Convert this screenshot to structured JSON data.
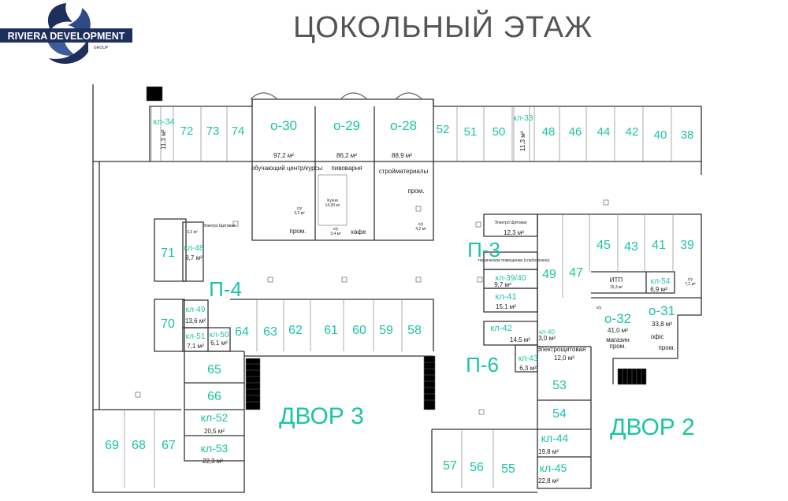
{
  "header": {
    "logo_text": "RIVIERA DEVELOPMENT",
    "logo_sub": "GROUP",
    "title": "ЦОКОЛЬНЫЙ ЭТАЖ",
    "brand_color": "#1f2f5c"
  },
  "colors": {
    "label": "#1cc4a4",
    "wall": "#333333",
    "thin": "#777777"
  },
  "top_units": [
    "72",
    "73",
    "74",
    "52",
    "51",
    "50",
    "48",
    "46",
    "44",
    "42",
    "40",
    "38"
  ],
  "shops": [
    {
      "id": "о-30",
      "area": "97,2 м²",
      "use": "обучающий центр/курсы",
      "type": "пром."
    },
    {
      "id": "о-29",
      "area": "86,2 м²",
      "use": "пивоварня",
      "type": "кафе"
    },
    {
      "id": "о-28",
      "area": "88,9 м²",
      "use": "стройматериалы",
      "type": "пром."
    }
  ],
  "cells": {
    "kl34": {
      "id": "кл-34",
      "area": "11,3 м²"
    },
    "kl33": {
      "id": "кл-33",
      "area": "11,3 м²"
    },
    "kl48": {
      "id": "кл-48",
      "area": "8,7 м²"
    },
    "kl49": {
      "id": "кл-49",
      "area": "13,6 м²"
    },
    "kl51": {
      "id": "кл-51",
      "area": "7,1 м²"
    },
    "kl50": {
      "id": "кл-50",
      "area": "6,1 м²"
    },
    "kl52": {
      "id": "кл-52",
      "area": "20,5 м²"
    },
    "kl53": {
      "id": "кл-53",
      "area": "22,3 м²"
    },
    "kl3940": {
      "id": "кл-39/40",
      "area": "9,7 м²"
    },
    "kl41": {
      "id": "кл-41",
      "area": "15,1 м²"
    },
    "kl42": {
      "id": "кл-42",
      "area": "14,5 м²"
    },
    "kl43": {
      "id": "кл-43",
      "area": "6,3 м²"
    },
    "kl44": {
      "id": "кл-44",
      "area": "19,8 м²"
    },
    "kl45": {
      "id": "кл-45",
      "area": "22,8 м²"
    },
    "kl54": {
      "id": "кл-54",
      "area": "6,9 м²"
    },
    "kl40b": {
      "id": "кл-40",
      "area": "3,0 м²"
    }
  },
  "service": {
    "electro_left": "Электро Щитовая",
    "electro_right": "Электро Щитовая",
    "electro_right_area": "12,3 м²",
    "tech": "техническое помещение (слаботочное)",
    "itp": "ИТП",
    "itp_area": "15,3 м²",
    "electro_bottom": "Электрощитовая",
    "electro_bottom_area": "12,0 м²",
    "su": "с/у",
    "cafe_kitchen": "Кухня",
    "cafe_kitchen_area": "14,30 м²",
    "su30_area": "3,3 м²",
    "su29_area": "3,4 м²",
    "su28_area": "4,2 м²",
    "su31_area": "7,2 м²",
    "elec_left_area": "3,3 м²"
  },
  "stairs": {
    "p3": "П-3",
    "p4": "П-4",
    "p6": "П-6"
  },
  "left_units": [
    "71",
    "70"
  ],
  "mid_units": [
    "64",
    "63",
    "62",
    "61",
    "60",
    "59",
    "58"
  ],
  "left_stack": [
    "65",
    "66"
  ],
  "bottom_left": [
    "69",
    "68",
    "67"
  ],
  "right_units_top": [
    "45",
    "43",
    "41",
    "39"
  ],
  "right_mid": [
    "49",
    "47"
  ],
  "right_stack": [
    "53",
    "54"
  ],
  "bottom_right": [
    "57",
    "56",
    "55"
  ],
  "offices": [
    {
      "id": "о-32",
      "area": "41,0 м²",
      "use": "магазин",
      "type": "пром."
    },
    {
      "id": "о-31",
      "area": "33,8 м²",
      "use": "офіс",
      "type": "пром."
    }
  ],
  "yards": {
    "yard3": "ДВОР 3",
    "yard2": "ДВОР 2"
  }
}
